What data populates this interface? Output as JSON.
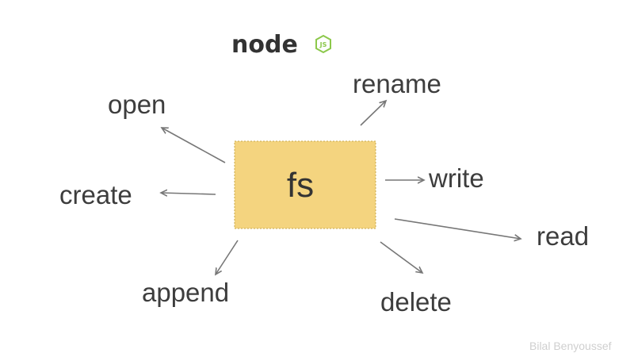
{
  "logo": {
    "brand": "node",
    "badge": "JS",
    "colors": {
      "dark": "#333333",
      "green": "#8cc84b"
    }
  },
  "center": {
    "label": "fs",
    "fill": "#f4d47f",
    "border": "#c9a94a"
  },
  "operations": [
    {
      "id": "open",
      "label": "open"
    },
    {
      "id": "rename",
      "label": "rename"
    },
    {
      "id": "create",
      "label": "create"
    },
    {
      "id": "write",
      "label": "write"
    },
    {
      "id": "read",
      "label": "read"
    },
    {
      "id": "append",
      "label": "append"
    },
    {
      "id": "delete",
      "label": "delete"
    }
  ],
  "watermark": "Bilal Benyoussef"
}
